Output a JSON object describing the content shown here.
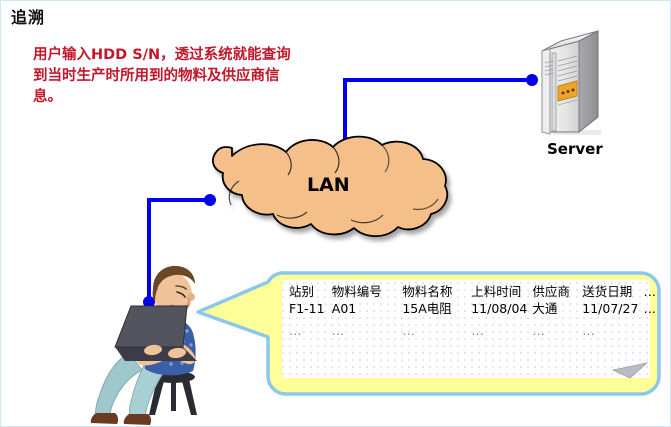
{
  "page": {
    "title": "追溯",
    "description": "用户输入HDD S/N，透过系统就能查询到当时生产时所用到的物料及供应商信息。"
  },
  "diagram": {
    "cloud_label": "LAN",
    "server_label": "Server",
    "server_icon": "server-tower-icon",
    "client_icon": "person-with-laptop-icon",
    "link_color": "#0000ee",
    "cloud_fill": "#f5c08a",
    "cloud_stroke": "#000000"
  },
  "callout": {
    "border_color": "#8dc7ec",
    "fill_color": "#ffff99",
    "inner_fill": "#ffffff",
    "table": {
      "headers": [
        "站别",
        "物料编号",
        "物料名称",
        "上料时间",
        "供应商",
        "送货日期",
        "…"
      ],
      "rows": [
        [
          "F1-11",
          "A01",
          "15A电阻",
          "11/08/04",
          "大通",
          "11/07/27",
          "…"
        ],
        [
          "…",
          "…",
          "…",
          "…",
          "…",
          "…",
          ""
        ]
      ]
    }
  }
}
